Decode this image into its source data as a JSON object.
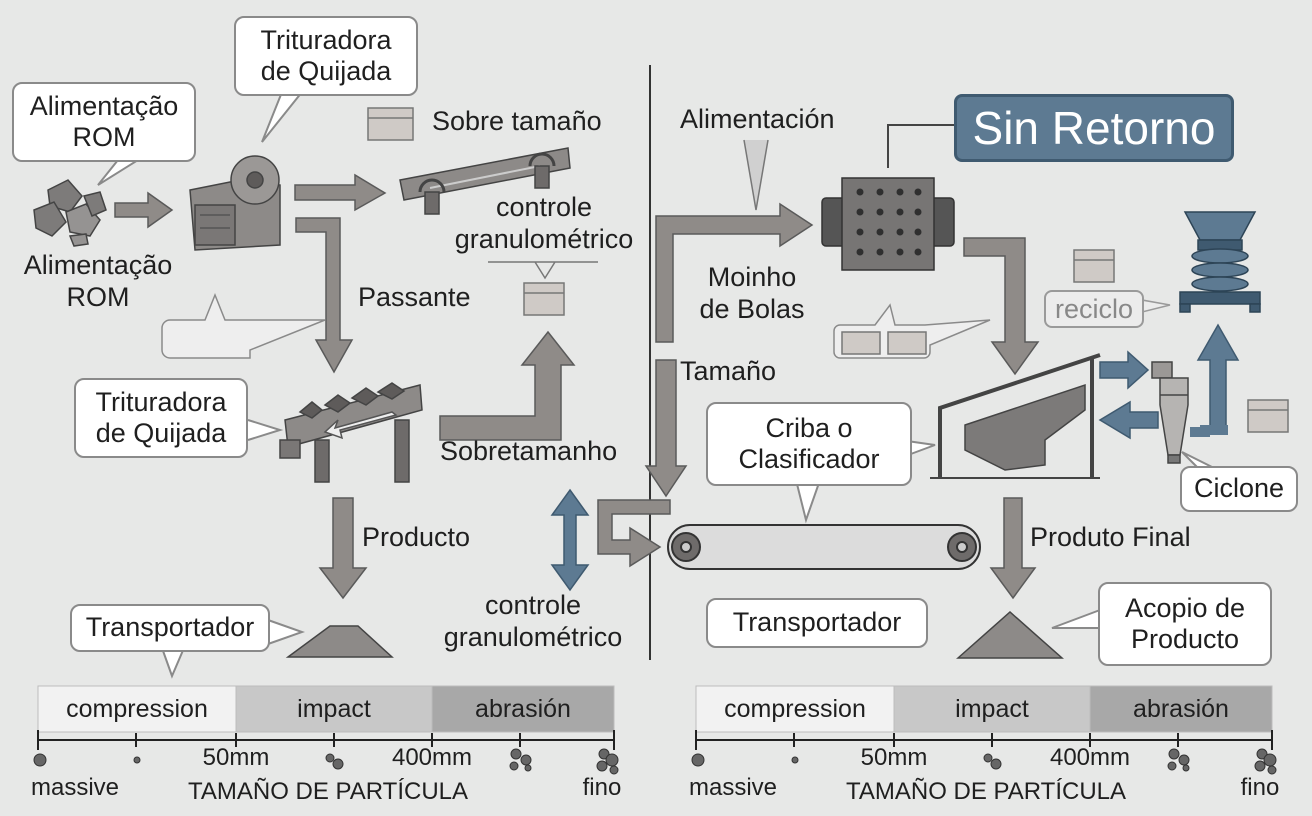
{
  "left": {
    "feed_top": "Alimentação\nROM",
    "feed_bottom": "Alimentação\nROM",
    "crusher_top": "Trituradora\nde Quijada",
    "oversize": "Sobre tamaño",
    "grading": "controle\ngranulométrico",
    "passante": "Passante",
    "crusher_bottom": "Trituradora\nde Quijada",
    "oversize2": "Sobretamanho",
    "product": "Producto",
    "conveyor": "Transportador",
    "center_grading": "controle\ngranulométrico"
  },
  "right": {
    "feed": "Alimentación",
    "no_return": "Sin Retorno",
    "mill": "Moinho\nde Bolas",
    "size": "Tamaño",
    "screen": "Criba o\nClasificador",
    "recycle": "reciclo",
    "cyclone": "Ciclone",
    "final_product": "Produto Final",
    "conveyor": "Transportador",
    "stockpile": "Acopio de\nProducto"
  },
  "scales": [
    {
      "bands": [
        "compression",
        "impact",
        "abrasión"
      ],
      "ticks": [
        "50mm",
        "400mm"
      ],
      "ends": [
        "massive",
        "fino"
      ],
      "axis_title": "TAMAÑO DE PARTÍCULA"
    },
    {
      "bands": [
        "compression",
        "impact",
        "abrasión"
      ],
      "ticks": [
        "50mm",
        "400mm"
      ],
      "ends": [
        "massive",
        "fino"
      ],
      "axis_title": "TAMAÑO DE PARTÍCULA"
    }
  ],
  "colors": {
    "background": "#e7e8e7",
    "arrow_gray": "#8f8b88",
    "arrow_blue": "#5d7a92",
    "machine": "#7c7a79",
    "band_light": "#f2f2f2",
    "band_mid": "#c8c8c8",
    "band_dark": "#a8a8a8"
  }
}
